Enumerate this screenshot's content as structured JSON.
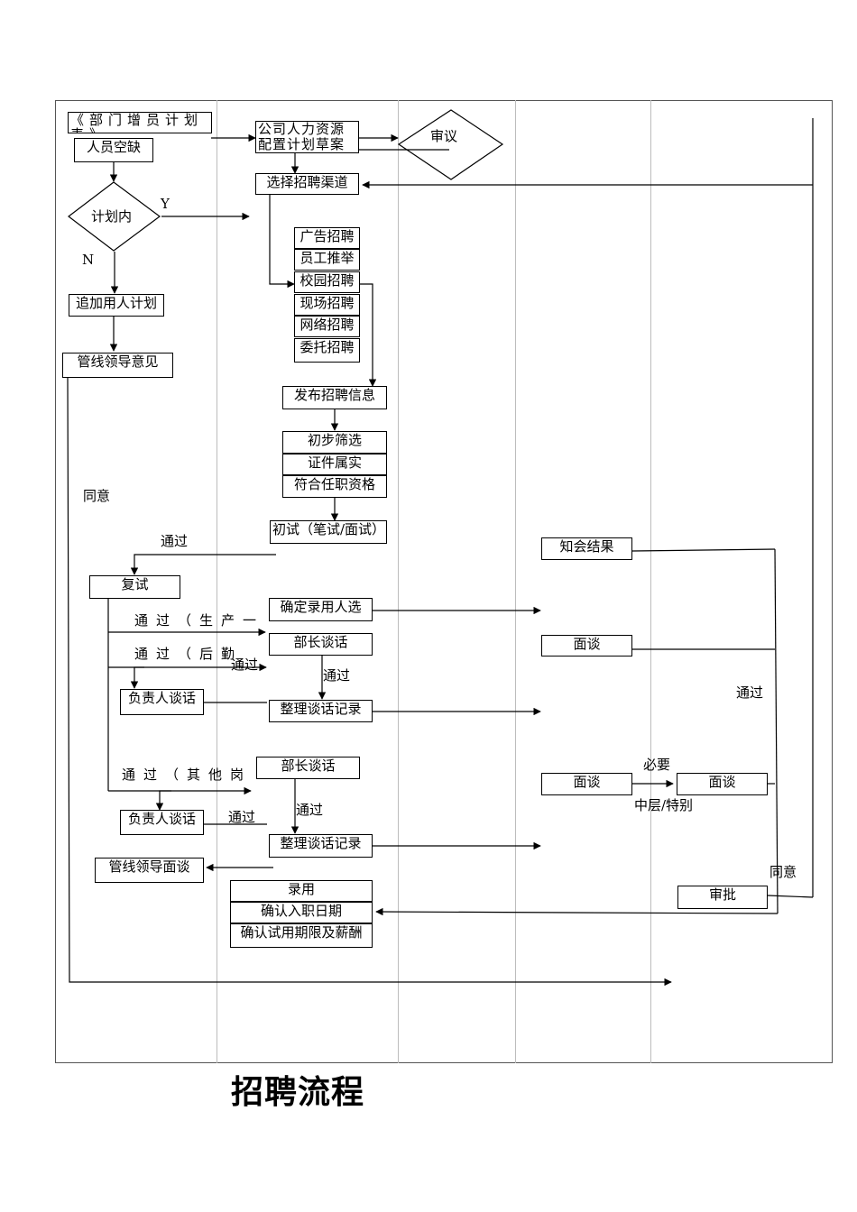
{
  "title": "招聘流程",
  "nodes": {
    "dept_plan": "《部门增员计划表》",
    "vacancy": "人员空缺",
    "in_plan": "计划内",
    "add_plan": "追加用人计划",
    "line_leader_opinion": "管线领导意见",
    "hr_draft": "公司人力资源配置计划草案",
    "review": "审议",
    "choose_channel": "选择招聘渠道",
    "channels": [
      "广告招聘",
      "员工推举",
      "校园招聘",
      "现场招聘",
      "网络招聘",
      "委托招聘"
    ],
    "publish": "发布招聘信息",
    "screening": [
      "初步筛选",
      "证件属实",
      "符合任职资格"
    ],
    "first_test": "初试（笔试/面试）",
    "retest": "复试",
    "confirm_candidate": "确定录用人选",
    "minister_talk_1": "部长谈话",
    "owner_talk_1": "负责人谈话",
    "record_1": "整理谈话记录",
    "minister_talk_2": "部长谈话",
    "owner_talk_2": "负责人谈话",
    "record_2": "整理谈话记录",
    "line_leader_interview": "管线领导面谈",
    "hire": [
      "录用",
      "确认入职日期",
      "确认试用期限及薪酬"
    ],
    "notify_result": "知会结果",
    "interview_1": "面谈",
    "interview_2": "面谈",
    "interview_3": "面谈",
    "approve": "审批"
  },
  "edge_labels": {
    "yes": "Y",
    "no": "N",
    "agree_left": "同意",
    "pass_top": "通过",
    "pass_production": "通过（生产一线）",
    "pass_logistics": "通过（后勤服务）",
    "pass_a": "通过",
    "pass_b": "通过",
    "pass_other": "通过（其他岗位）",
    "pass_c": "通过",
    "pass_d": "通过",
    "pass_right": "通过",
    "necessary": "必要",
    "middle_special": "中层/特别",
    "agree_right": "同意"
  }
}
